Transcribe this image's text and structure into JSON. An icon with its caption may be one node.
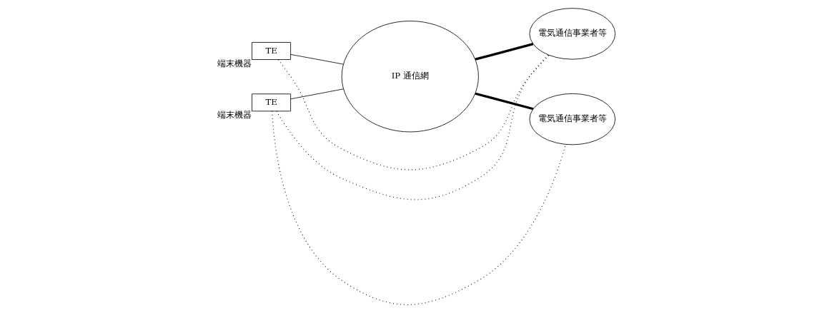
{
  "diagram": {
    "nodes": [
      {
        "text": [
          "TE"
        ],
        "beside": [
          "端末機器"
        ]
      },
      {
        "text": [
          "TE"
        ],
        "beside": [
          "端末機器"
        ]
      },
      {
        "text": [
          "IP 通信網"
        ]
      },
      {
        "text": [
          "電気通信事業者等"
        ]
      },
      {
        "text": [
          "電気通信事業者等"
        ]
      }
    ],
    "edges": [
      {
        "from": 0,
        "to": 2,
        "arrow": "none"
      },
      {
        "from": 1,
        "to": 2,
        "arrow": "none"
      },
      {
        "from": 2,
        "to": 3,
        "arrow": "none",
        "style": "thick"
      },
      {
        "from": 2,
        "to": 4,
        "arrow": "none",
        "style": "thick"
      },
      {
        "from": 0,
        "to": 3,
        "arrow": "none",
        "style": "dashed"
      },
      {
        "from": 1,
        "to": 3,
        "arrow": "none",
        "style": "dashed"
      },
      {
        "from": 1,
        "to": 4,
        "arrow": "none",
        "style": "dashed"
      }
    ]
  }
}
